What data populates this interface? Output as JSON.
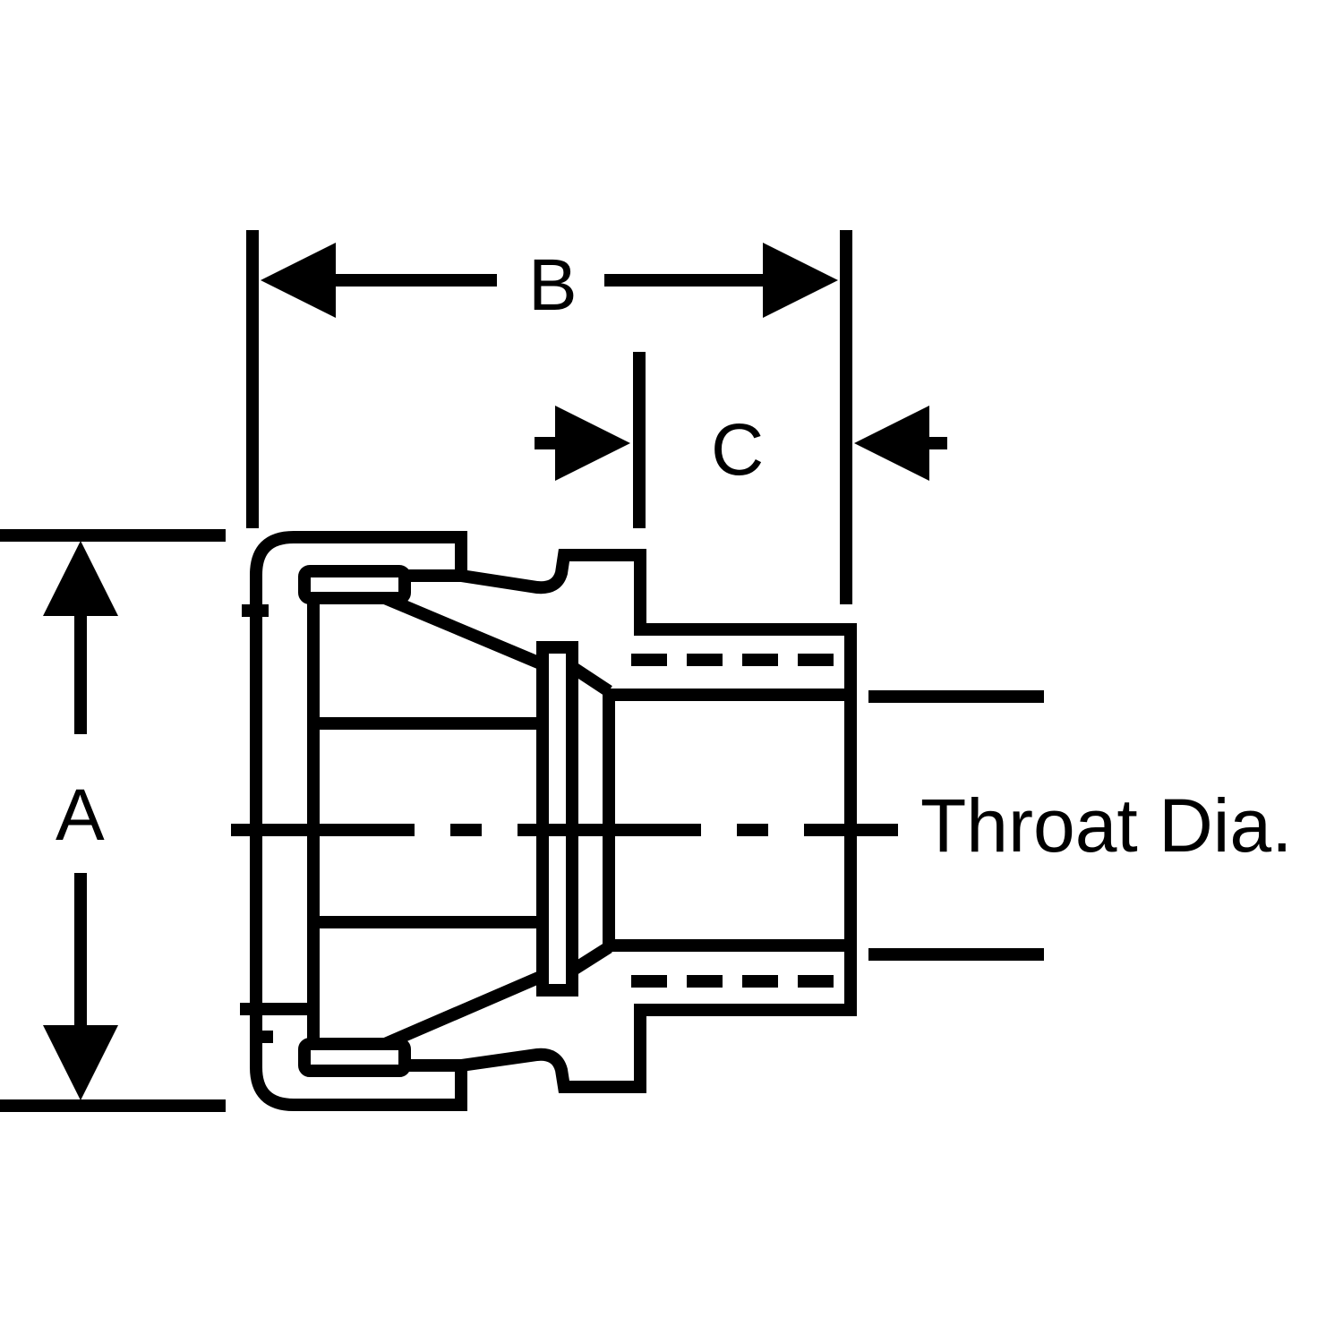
{
  "labels": {
    "a": "A",
    "b": "B",
    "c": "C",
    "throat": "Throat Dia."
  },
  "colors": {
    "line": "#000000",
    "background": "#ffffff"
  }
}
